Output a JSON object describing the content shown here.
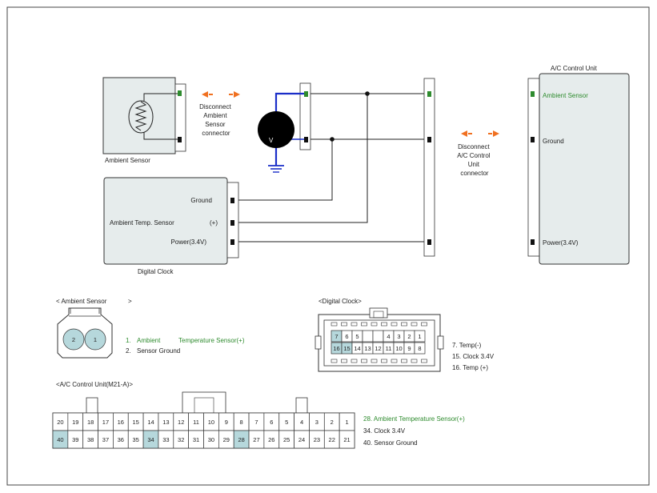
{
  "diagram": {
    "ambient_sensor": {
      "label": "Ambient Sensor"
    },
    "disconnect_ambient": [
      "Disconnect",
      "Ambient",
      "Sensor",
      "connector"
    ],
    "voltmeter_symbol": "V",
    "acu": {
      "title": "A/C Control Unit",
      "ambient_sensor": "Ambient Sensor",
      "ground": "Ground",
      "power": "Power(3.4V)"
    },
    "disconnect_acu": [
      "Disconnect",
      "A/C Control",
      "Unit",
      "connector"
    ],
    "digital_clock": {
      "label": "Digital Clock",
      "ground": "Ground",
      "temp_sensor": "Ambient Temp. Sensor",
      "plus": "(+)",
      "power": "Power(3.4V)"
    },
    "colors": {
      "green_text": "#2e8b2e",
      "arrow": "#f07020",
      "wire_blue": "#1a2ec8",
      "highlight": "#b6d8dc"
    }
  },
  "ambient_connector": {
    "title_left": "< Ambient Sensor",
    "title_right": ">",
    "pins": [
      "2",
      "1"
    ],
    "legend": [
      {
        "num": "1.",
        "a": "Ambient",
        "b": "Temperature Sensor(+)",
        "green": true
      },
      {
        "num": "2.",
        "a": "Sensor Ground",
        "b": "",
        "green": false
      }
    ]
  },
  "clock_connector": {
    "title": "<Digital Clock>",
    "top_row": [
      "7",
      "6",
      "5",
      "",
      "",
      "4",
      "3",
      "2",
      "1"
    ],
    "bottom_row": [
      "16",
      "15",
      "14",
      "13",
      "12",
      "11",
      "10",
      "9",
      "8"
    ],
    "highlight": [
      "7",
      "16",
      "15"
    ],
    "legend": [
      "7.  Temp(-)",
      "15. Clock 3.4V",
      "16.  Temp   (+)"
    ]
  },
  "acu_connector": {
    "title": "<A/C Control Unit(M21-A)>",
    "top_row": [
      "20",
      "19",
      "18",
      "17",
      "16",
      "15",
      "14",
      "13",
      "12",
      "11",
      "10",
      "9",
      "8",
      "7",
      "6",
      "5",
      "4",
      "3",
      "2",
      "1"
    ],
    "bottom_row": [
      "40",
      "39",
      "38",
      "37",
      "36",
      "35",
      "34",
      "33",
      "32",
      "31",
      "30",
      "29",
      "28",
      "27",
      "26",
      "25",
      "24",
      "23",
      "22",
      "21"
    ],
    "highlight": [
      "40",
      "34",
      "28"
    ],
    "legend": [
      {
        "text": "28. Ambient Temperature Sensor(+)",
        "green": true
      },
      {
        "text": "34.    Clock 3.4V",
        "green": false
      },
      {
        "text": "40. Sensor Ground",
        "green": false
      }
    ]
  }
}
